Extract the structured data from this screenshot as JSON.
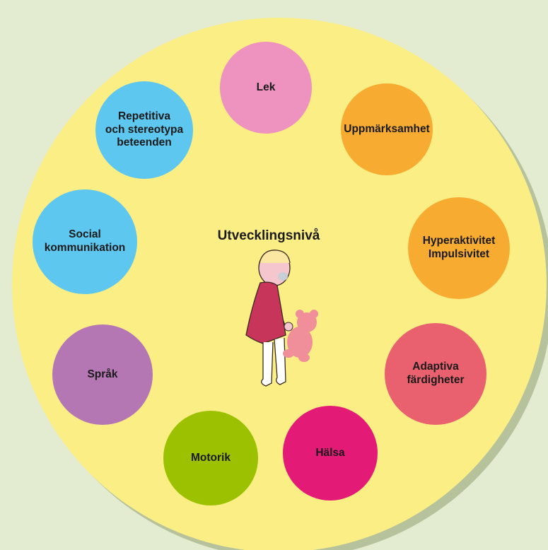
{
  "center": {
    "title": "Utvecklingsnivå"
  },
  "domains": [
    {
      "id": "lek",
      "label": "Lek",
      "color": "#ee93bf",
      "text_color": "#1a1a1a"
    },
    {
      "id": "uppmarksamhet",
      "label": "Uppmärksamhet",
      "color": "#f7ab31",
      "text_color": "#1a1a1a"
    },
    {
      "id": "hyperaktivitet",
      "label": "Hyperaktivitet\nImpulsivitet",
      "color": "#f7ab31",
      "text_color": "#1a1a1a"
    },
    {
      "id": "adaptiva",
      "label": "Adaptiva\nfärdigheter",
      "color": "#e9606e",
      "text_color": "#1a1a1a"
    },
    {
      "id": "halsa",
      "label": "Hälsa",
      "color": "#e41a77",
      "text_color": "#1a1a1a"
    },
    {
      "id": "motorik",
      "label": "Motorik",
      "color": "#9bc100",
      "text_color": "#1a1a1a"
    },
    {
      "id": "sprak",
      "label": "Språk",
      "color": "#b577b3",
      "text_color": "#1a1a1a"
    },
    {
      "id": "social",
      "label": "Social\nkommunikation",
      "color": "#5ec7ef",
      "text_color": "#1a1a1a"
    },
    {
      "id": "repetitiva",
      "label": "Repetitiva\noch stereotypa\nbeteenden",
      "color": "#5ec7ef",
      "text_color": "#1a1a1a"
    }
  ],
  "colors": {
    "outer_disc": "#fbee84",
    "background": "#e3ecd1",
    "dress": "#c8355a",
    "teddy": "#f08e9a"
  }
}
